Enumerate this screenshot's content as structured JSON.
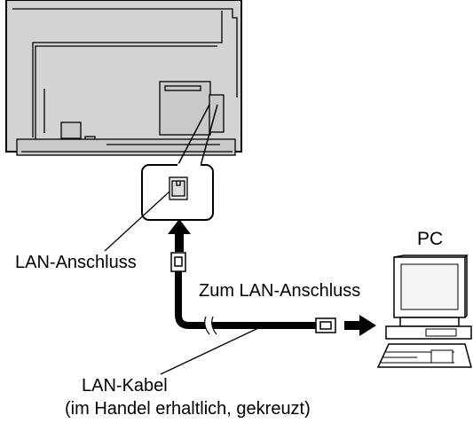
{
  "labels": {
    "pc": "PC",
    "lan_port": "LAN-Anschluss",
    "to_lan_port": "Zum LAN-Anschluss",
    "lan_cable": "LAN-Kabel",
    "lan_cable_note": "(im Handel erhaltlich, gekreuzt)"
  },
  "icons": {
    "display": "display-back-icon",
    "port": "lan-port-icon",
    "connector": "rj45-connector-icon",
    "pc": "desktop-pc-icon",
    "arrow": "arrow-icon"
  },
  "colors": {
    "display_fill": "#d3d3d3",
    "line": "#000000",
    "background": "#ffffff"
  }
}
